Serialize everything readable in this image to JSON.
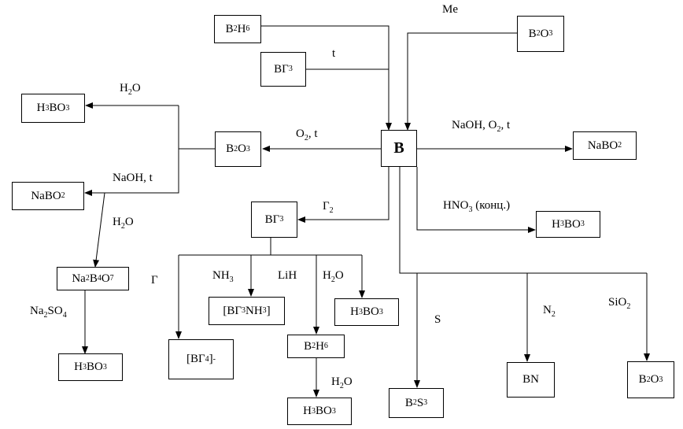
{
  "boxes": {
    "b2h6_top": "B2H6",
    "bg3_top": "BΓ3",
    "b2o3_topright": "B2O3",
    "boron": "B",
    "h3bo3_left": "H3BO3",
    "b2o3_mid": "B2O3",
    "nabo2_left": "NaBO2",
    "nabo2_right": "NaBO2",
    "bg3_mid": "BΓ3",
    "h3bo3_hno3": "H3BO3",
    "na2b4o7": "Na2B4O7",
    "bg3nh3": "[BΓ3NH3]",
    "h3bo3_h2o": "H3BO3",
    "bg4": "[BΓ4]-",
    "b2h6_mid": "B2H6",
    "h3bo3_bottomleft": "H3BO3",
    "h3bo3_bottom": "H3BO3",
    "b2s3": "B2 S3",
    "bn": "BN",
    "b2o3_bottomright": "B2O3"
  },
  "labels": {
    "me": "Me",
    "t": "t",
    "h2o_top": "H2O",
    "o2_t": "O2, t",
    "naoh_o2_t": "NaOH, O2, t",
    "naoh_t": "NaOH, t",
    "g2": "Γ2",
    "hno3": "HNO3 (конц.)",
    "h2o_left": "H2O",
    "g": "Γ",
    "nh3": "NH3",
    "lih": "LiH",
    "h2o_mid": "H2O",
    "na2so4": "Na2SO4",
    "s": "S",
    "n2": "N2",
    "sio2": "SiO2",
    "h2o_bottom": "H2O"
  }
}
